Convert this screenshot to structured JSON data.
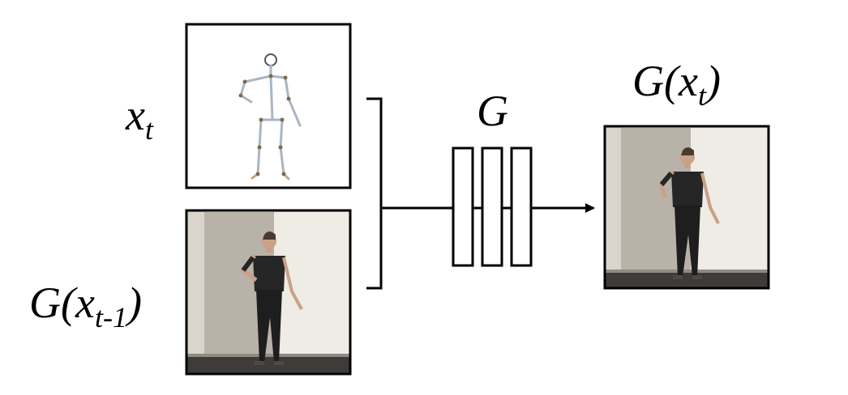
{
  "labels": {
    "input_pose": "x",
    "input_pose_sub": "t",
    "prev_frame_prefix": "G(x",
    "prev_frame_sub": "t-1",
    "prev_frame_suffix": ")",
    "generator": "G",
    "output_prefix": "G(x",
    "output_sub": "t",
    "output_suffix": ")"
  },
  "colors": {
    "stroke": "#000000",
    "wall_light": "#ece8e2",
    "wall_shadow": "#ccc6bc",
    "door": "#b5aea4",
    "floor": "#3e3b38",
    "shirt": "#262626",
    "skin": "#c8a187",
    "skeleton_bone": "#a9b6c4",
    "skeleton_joint": "#7a6b56"
  },
  "icons": {
    "skeleton": "pose-skeleton-icon",
    "person_prev": "person-photo-icon",
    "person_out": "person-photo-icon"
  }
}
